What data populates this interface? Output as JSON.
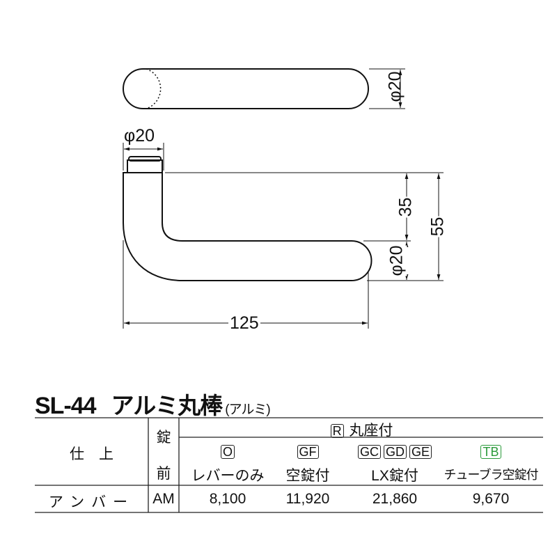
{
  "drawing": {
    "top_view_diameter": "φ20",
    "spindle_diameter": "φ20",
    "handle_diameter": "φ20",
    "height_35": "35",
    "height_55": "55",
    "length_125": "125"
  },
  "product": {
    "code": "SL-44",
    "name": "アルミ丸棒",
    "material": "(アルミ)"
  },
  "table": {
    "finish_header": "仕　上",
    "lock_header_top": "錠",
    "lock_header_bottom": "前",
    "group_badge": "R",
    "group_label": "丸座付",
    "columns": [
      {
        "badges": [
          "O"
        ],
        "label": "レバーのみ"
      },
      {
        "badges": [
          "GF"
        ],
        "label": "空錠付"
      },
      {
        "badges": [
          "GC",
          "GD",
          "GE"
        ],
        "label": "LX錠付"
      },
      {
        "badges": [
          "TB"
        ],
        "label": "チューブラ空錠付",
        "badge_color": "#2a9a3a"
      }
    ],
    "rows": [
      {
        "finish": "アンバー",
        "lock": "AM",
        "prices": [
          "8,100",
          "11,920",
          "21,860",
          "9,670"
        ]
      }
    ]
  }
}
